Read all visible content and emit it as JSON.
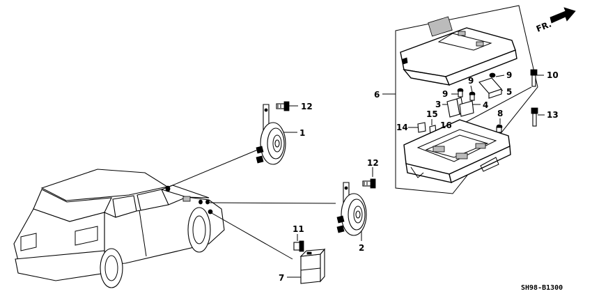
{
  "callouts": [
    {
      "id": "c1",
      "text": "1"
    },
    {
      "id": "c2",
      "text": "2"
    },
    {
      "id": "c3",
      "text": "3"
    },
    {
      "id": "c4",
      "text": "4"
    },
    {
      "id": "c5",
      "text": "5"
    },
    {
      "id": "c6",
      "text": "6"
    },
    {
      "id": "c7",
      "text": "7"
    },
    {
      "id": "c8",
      "text": "8"
    },
    {
      "id": "c9a",
      "text": "9"
    },
    {
      "id": "c9b",
      "text": "9"
    },
    {
      "id": "c9c",
      "text": "9"
    },
    {
      "id": "c10",
      "text": "10"
    },
    {
      "id": "c11",
      "text": "11"
    },
    {
      "id": "c12a",
      "text": "12"
    },
    {
      "id": "c12b",
      "text": "12"
    },
    {
      "id": "c13",
      "text": "13"
    },
    {
      "id": "c14",
      "text": "14"
    },
    {
      "id": "c15",
      "text": "15"
    },
    {
      "id": "c16",
      "text": "16"
    }
  ],
  "direction_label": "FR.",
  "diagram_code": "SH98-B1300"
}
